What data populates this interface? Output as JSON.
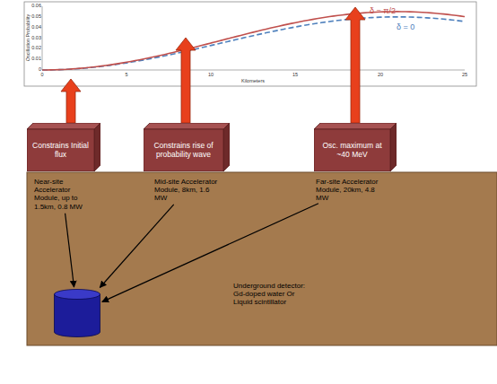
{
  "diagram": {
    "nodes": [
      {
        "text": [
          "Constrains Initial flux"
        ]
      },
      {
        "text": [
          "Constrains rise of probability wave"
        ]
      },
      {
        "text": [
          "Osc. maximum at ~40 MeV"
        ]
      },
      {
        "text": [
          "Near-site Accelerator Module, up to 1.5km, 0.8 MW"
        ]
      },
      {
        "text": [
          "Mid-site Accelerator Module, 8km, 1.6 MW"
        ]
      },
      {
        "text": [
          "Far-site Accelerator Module, 20km, 4.8 MW"
        ]
      },
      {
        "text": [
          "Underground detector: Gd-doped water Or Liquid scintillator"
        ]
      }
    ],
    "edges": [
      {
        "from": 3,
        "to": 6,
        "arrow": "to"
      },
      {
        "from": 4,
        "to": 6,
        "arrow": "to"
      },
      {
        "from": 5,
        "to": 6,
        "arrow": "to"
      }
    ],
    "labels": [
      "0.06",
      "0.05",
      "0.04",
      "0.03",
      "0.02",
      "0.01",
      "0",
      "0",
      "5",
      "10",
      "15",
      "20",
      "25",
      "Oscillation Probability",
      "Kilometers",
      "δ = π/2",
      "δ = 0"
    ]
  }
}
